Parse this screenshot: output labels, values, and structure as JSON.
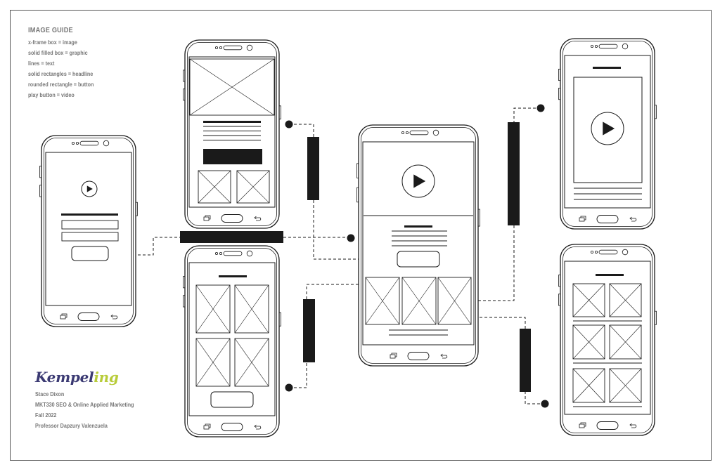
{
  "image_guide": {
    "title": "IMAGE GUIDE",
    "lines": [
      "x-frame box = image",
      "solid filled box = graphic",
      "lines = text",
      "solid rectangles = headline",
      "rounded rectangle = button",
      "play button = video"
    ]
  },
  "brand": {
    "logo_main": "Kempel",
    "logo_accent": "ing",
    "logo_accent_color": "#b8cc3a",
    "logo_color": "#3b3a73",
    "author": "Stace Dixon",
    "course": "MKT330 SEO & Online Applied Marketing",
    "term": "Fall 2022",
    "professor": "Professor Dapzury Valenzuela"
  },
  "colors": {
    "ink": "#1a1a1a",
    "frame": "#555555",
    "guide_text": "#777777"
  }
}
